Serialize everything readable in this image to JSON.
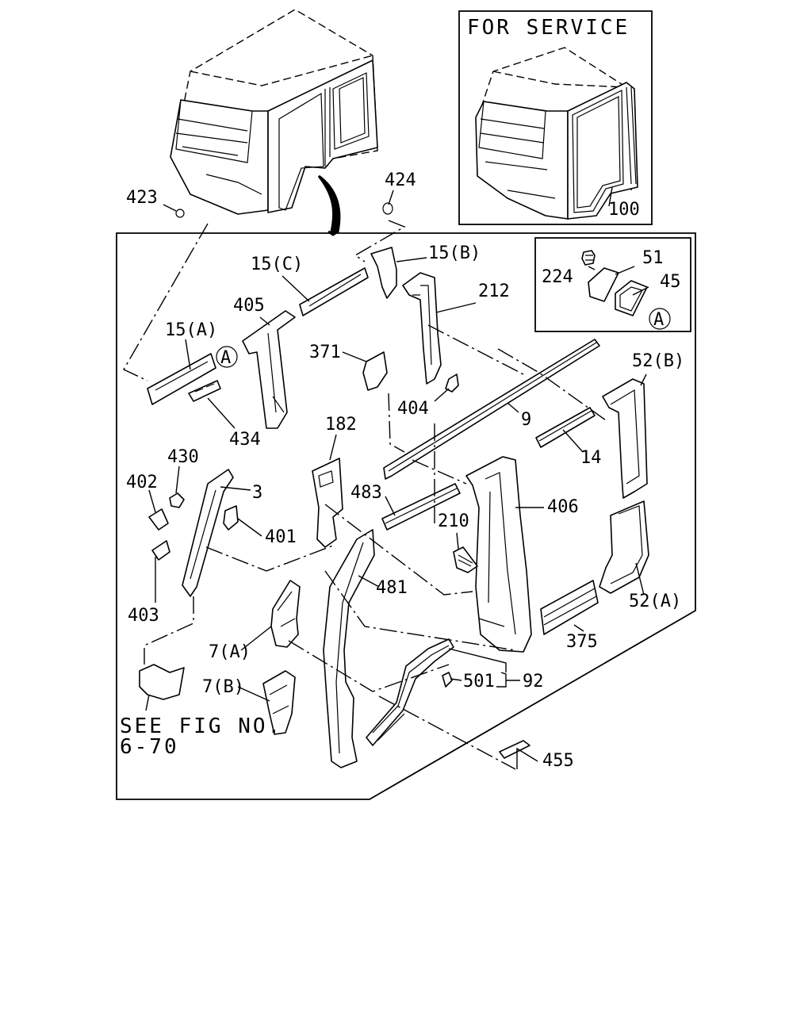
{
  "notes": {
    "for_service": "FOR SERVICE",
    "see_fig_line1": "SEE FIG NO.",
    "see_fig_line2": "6-70",
    "circle_ref": "A"
  },
  "callouts": {
    "c423": "423",
    "c424": "424",
    "c100": "100",
    "c224": "224",
    "c51": "51",
    "c45": "45",
    "c15c": "15(C)",
    "c15b": "15(B)",
    "c212": "212",
    "c405": "405",
    "c15a": "15(A)",
    "c371": "371",
    "c52b": "52(B)",
    "c404": "404",
    "c9": "9",
    "c434": "434",
    "c14": "14",
    "c182": "182",
    "c430": "430",
    "c402": "402",
    "c3": "3",
    "c483": "483",
    "c406": "406",
    "c210": "210",
    "c401": "401",
    "c481": "481",
    "c403": "403",
    "c52a": "52(A)",
    "c7a": "7(A)",
    "c375": "375",
    "c501": "501",
    "c92": "92",
    "c7b": "7(B)",
    "c455": "455"
  }
}
